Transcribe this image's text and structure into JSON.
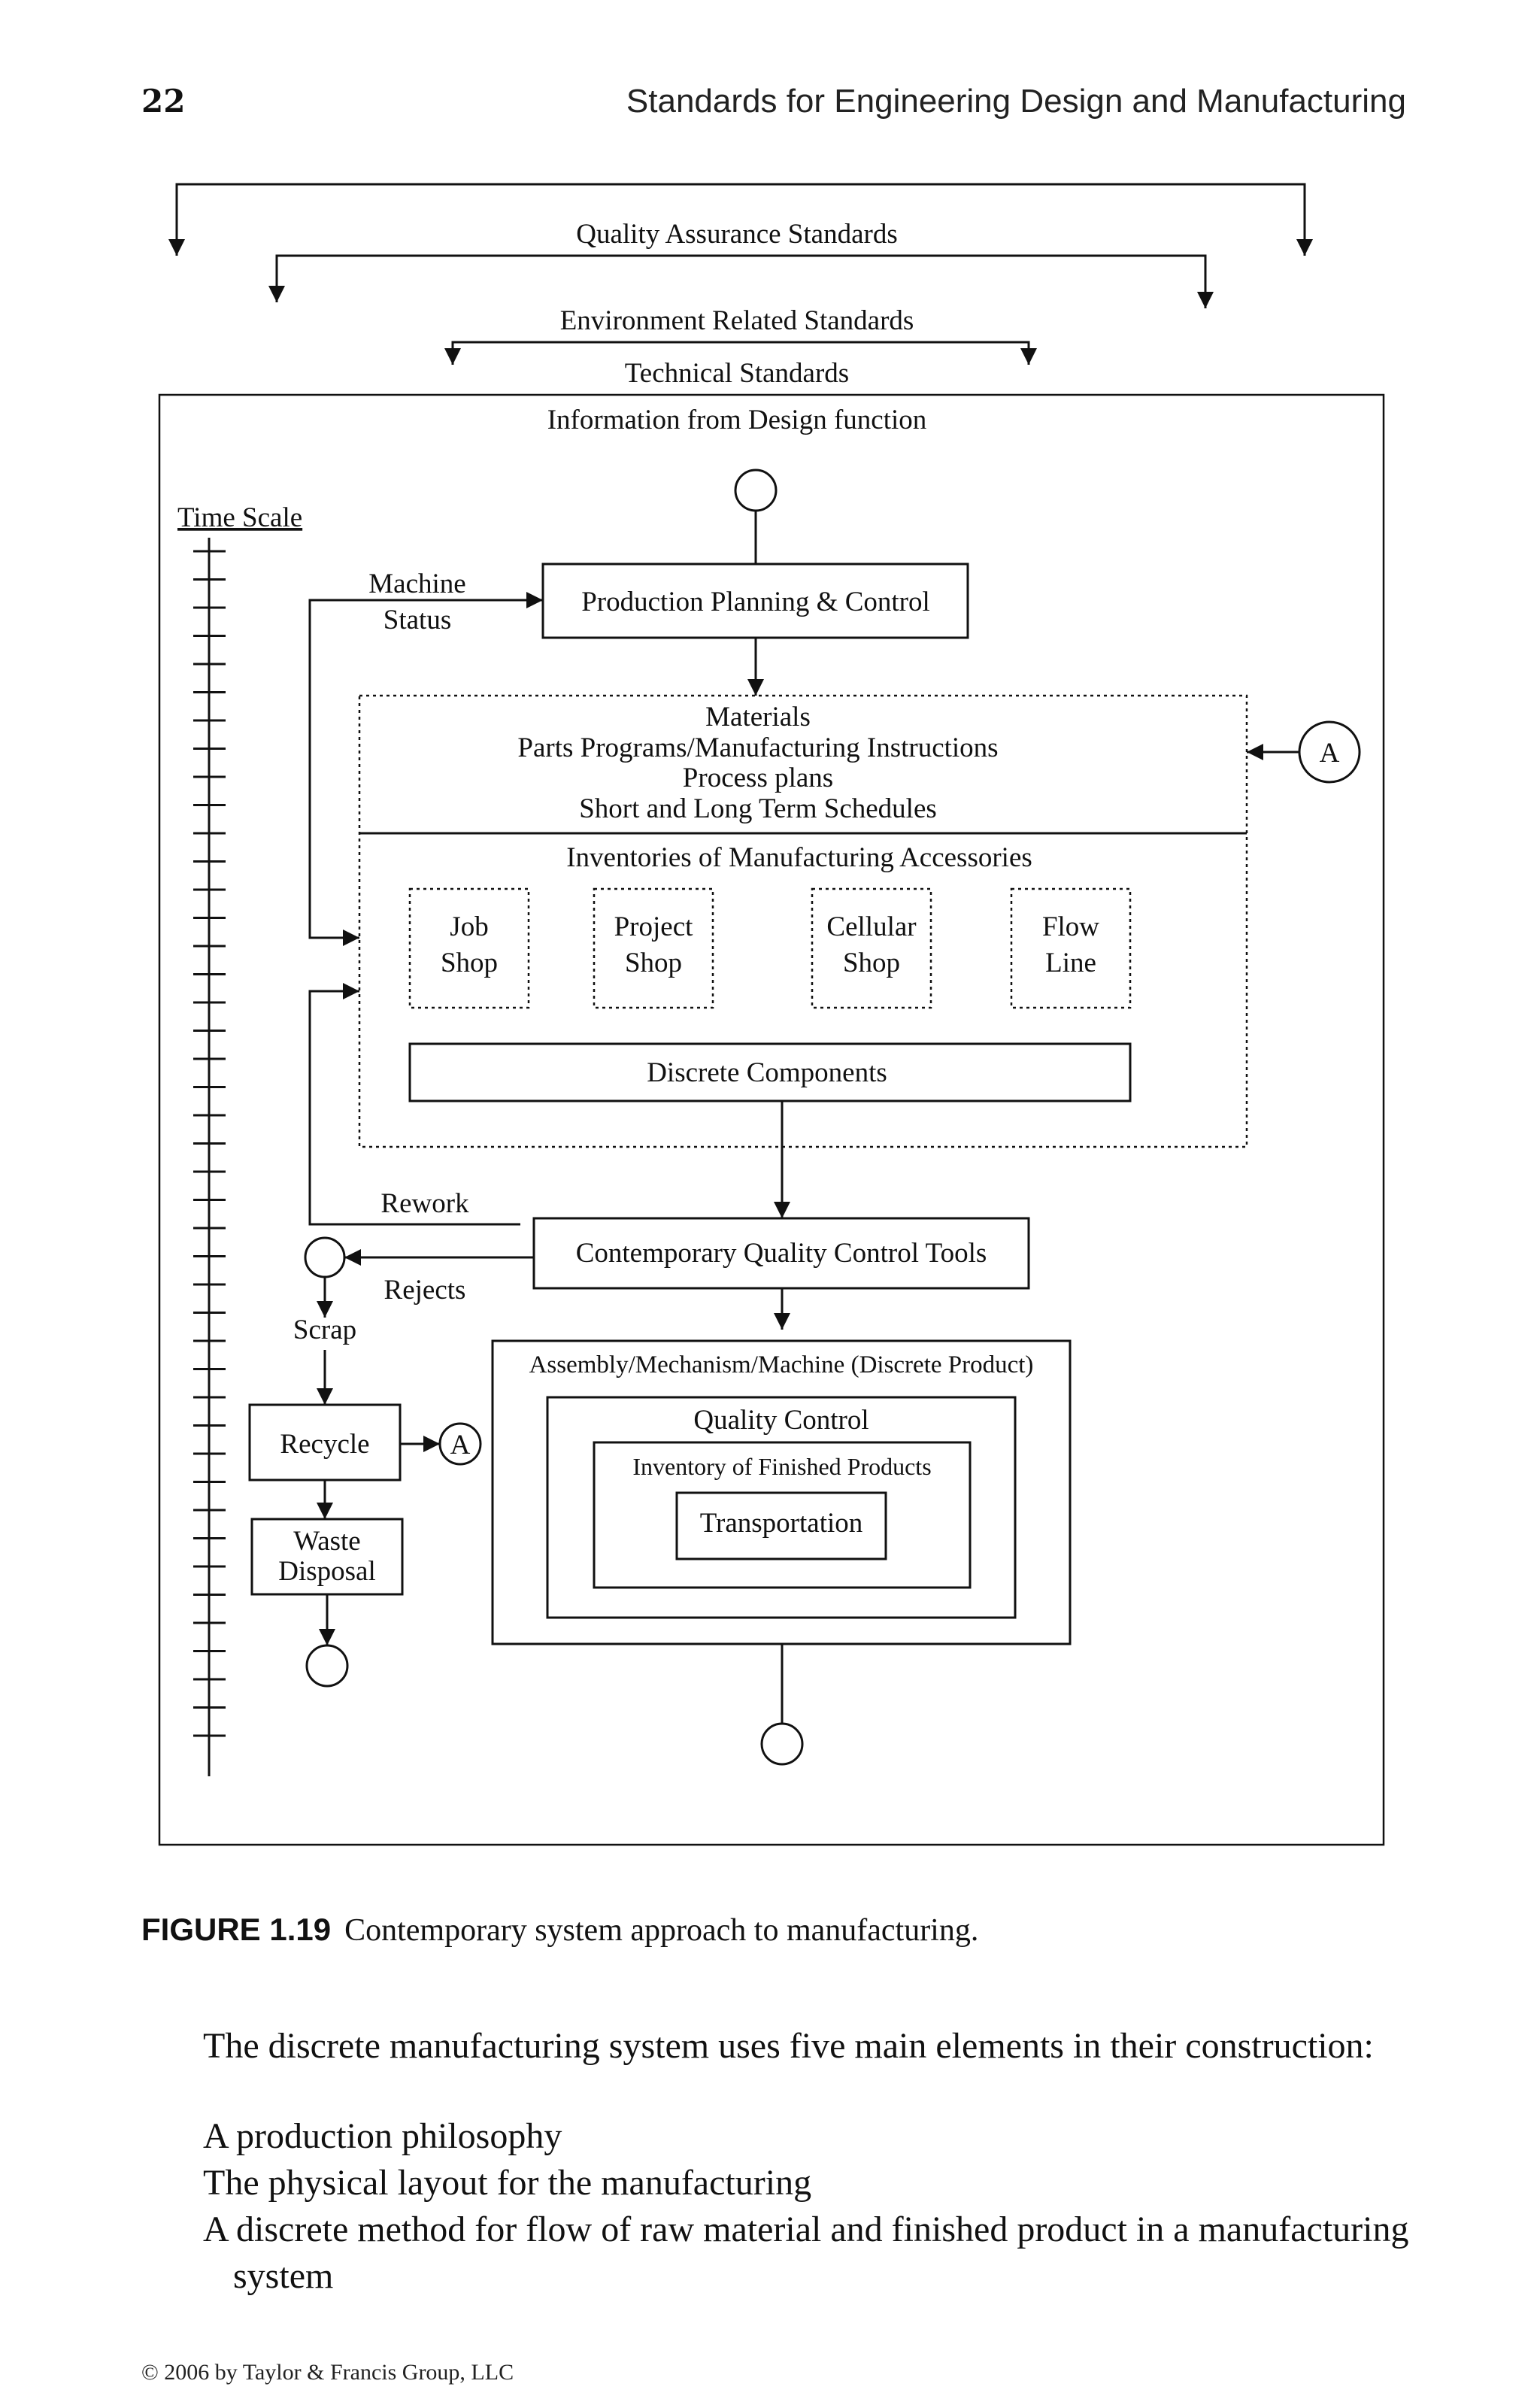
{
  "header": {
    "page_number": "22",
    "running_title": "Standards for Engineering Design and Manufacturing"
  },
  "figure": {
    "brackets": {
      "quality_assurance": "Quality Assurance Standards",
      "environment": "Environment Related Standards",
      "technical": "Technical Standards"
    },
    "design_info": "Information from Design function",
    "time_scale": "Time Scale",
    "machine_status": [
      "Machine",
      "Status"
    ],
    "production_planning": "Production Planning & Control",
    "planning_items": [
      "Materials",
      "Parts Programs/Manufacturing Instructions",
      "Process plans",
      "Short and Long Term Schedules"
    ],
    "connector_label": "A",
    "inventories_title": "Inventories of Manufacturing Accessories",
    "layouts": [
      [
        "Job",
        "Shop"
      ],
      [
        "Project",
        "Shop"
      ],
      [
        "Cellular",
        "Shop"
      ],
      [
        "Flow",
        "Line"
      ]
    ],
    "discrete_components": "Discrete Components",
    "rework": "Rework",
    "quality_tools": "Contemporary Quality Control Tools",
    "rejects": "Rejects",
    "scrap": "Scrap",
    "recycle": "Recycle",
    "waste_disposal": [
      "Waste",
      "Disposal"
    ],
    "assembly": "Assembly/Mechanism/Machine (Discrete Product)",
    "quality_control": "Quality Control",
    "inventory_finished": "Inventory of Finished Products",
    "transportation": "Transportation"
  },
  "caption": {
    "label": "FIGURE 1.19",
    "text": "Contemporary system approach to manufacturing."
  },
  "body": {
    "intro": "The discrete manufacturing system uses five main elements in their construction:",
    "items": [
      "A production philosophy",
      "The physical layout for the manufacturing",
      "A discrete method for flow of raw material and finished product in a manufacturing system"
    ]
  },
  "footer": "© 2006 by Taylor & Francis Group, LLC"
}
